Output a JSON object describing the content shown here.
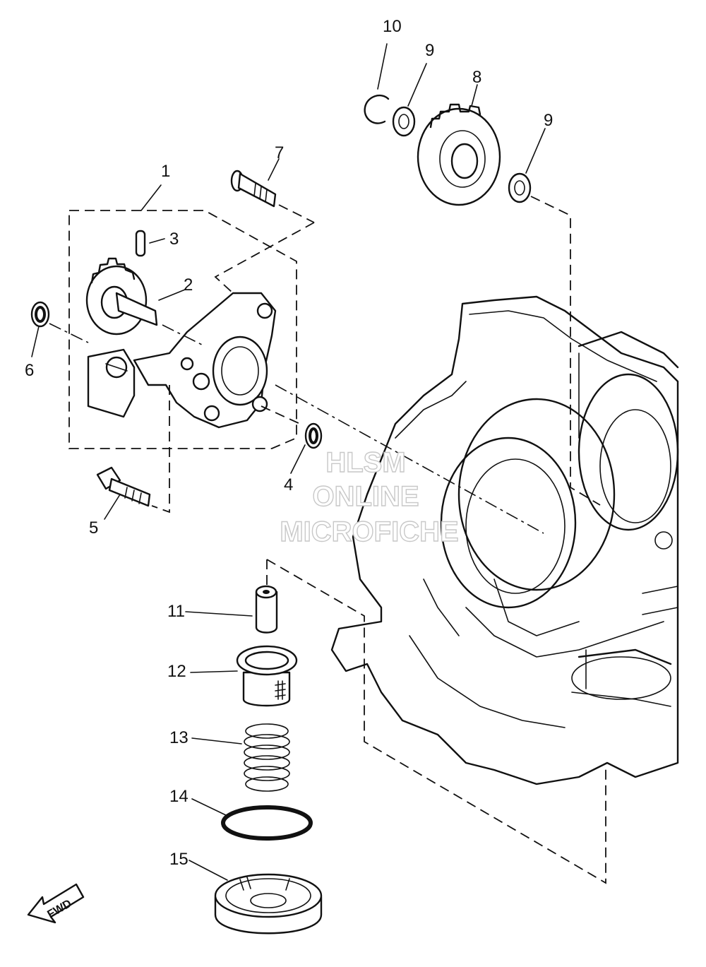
{
  "callouts": [
    {
      "id": "c1",
      "label": "1"
    },
    {
      "id": "c2",
      "label": "2"
    },
    {
      "id": "c3",
      "label": "3"
    },
    {
      "id": "c4",
      "label": "4"
    },
    {
      "id": "c5",
      "label": "5"
    },
    {
      "id": "c6",
      "label": "6"
    },
    {
      "id": "c7",
      "label": "7"
    },
    {
      "id": "c8",
      "label": "8"
    },
    {
      "id": "c9a",
      "label": "9"
    },
    {
      "id": "c9b",
      "label": "9"
    },
    {
      "id": "c10",
      "label": "10"
    },
    {
      "id": "c11",
      "label": "11"
    },
    {
      "id": "c12",
      "label": "12"
    },
    {
      "id": "c13",
      "label": "13"
    },
    {
      "id": "c14",
      "label": "14"
    },
    {
      "id": "c15",
      "label": "15"
    }
  ],
  "watermark": {
    "line1": "HLSM",
    "line2": "ONLINE",
    "line3": "MICROFICHE"
  },
  "fwd_arrow": {
    "label": "FWD"
  }
}
